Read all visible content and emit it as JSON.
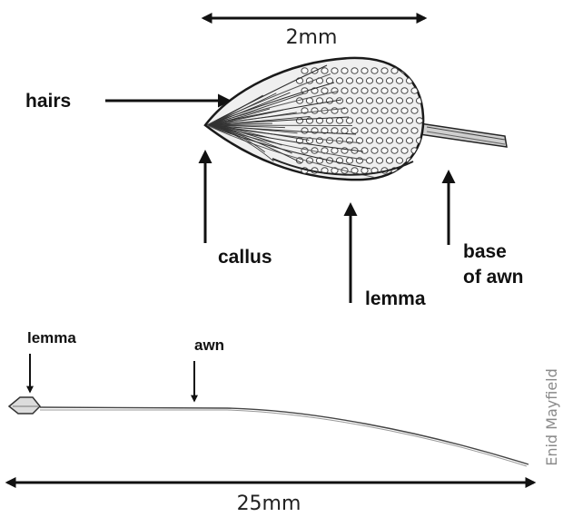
{
  "scale_top": {
    "text": "2mm"
  },
  "scale_bottom": {
    "text": "25mm"
  },
  "labels": {
    "hairs": "hairs",
    "callus": "callus",
    "lemma_top": "lemma",
    "base_of_awn_line1": "base",
    "base_of_awn_line2": "of awn",
    "lemma_bottom": "lemma",
    "awn": "awn"
  },
  "credit": "Enid Mayfield",
  "colors": {
    "ink": "#111111",
    "credit": "#8a8a8a",
    "background": "#ffffff"
  }
}
